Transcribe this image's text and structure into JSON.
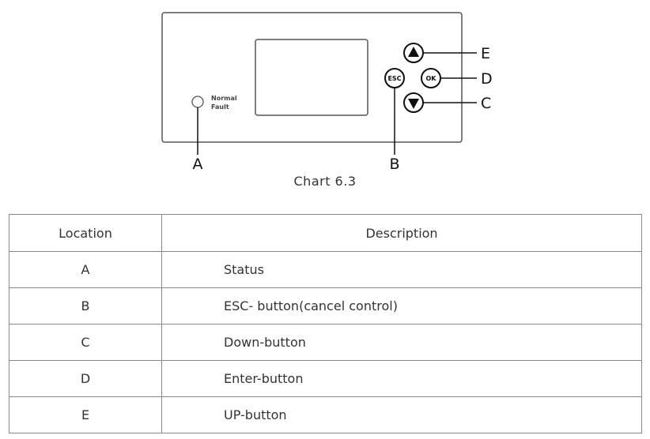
{
  "panel": {
    "indicator_labels": [
      "Normal",
      "Fault"
    ],
    "buttons": {
      "esc": "ESC",
      "ok": "OK",
      "up_icon": "triangle-up-icon",
      "down_icon": "triangle-down-icon"
    }
  },
  "callouts": [
    "A",
    "B",
    "C",
    "D",
    "E"
  ],
  "caption": "Chart 6.3",
  "table": {
    "headers": [
      "Location",
      "Description"
    ],
    "rows": [
      {
        "location": "A",
        "description": "Status"
      },
      {
        "location": "B",
        "description": "ESC- button(cancel control)"
      },
      {
        "location": "C",
        "description": "Down-button"
      },
      {
        "location": "D",
        "description": "Enter-button"
      },
      {
        "location": "E",
        "description": "UP-button"
      }
    ]
  }
}
